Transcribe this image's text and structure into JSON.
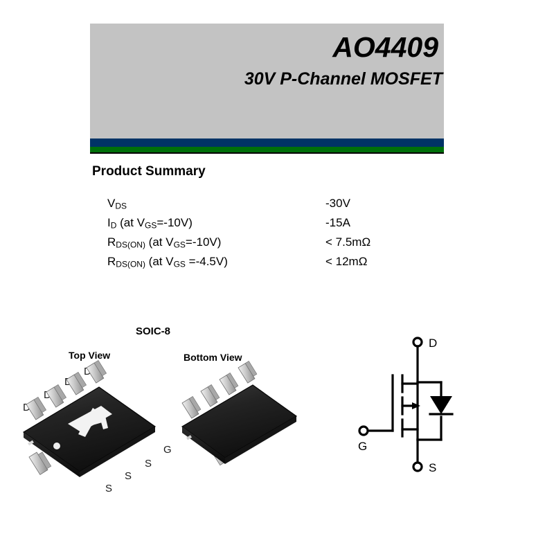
{
  "header": {
    "part_number": "AO4409",
    "subtitle": "30V  P-Channel MOSFET",
    "background_color": "#c3c3c3",
    "rule_blue": "#003366",
    "rule_green": "#00700a"
  },
  "product_summary": {
    "heading": "Product Summary",
    "rows": [
      {
        "param_main": "V",
        "param_sub": "DS",
        "param_rest": "",
        "value": "-30V"
      },
      {
        "param_main": "I",
        "param_sub": "D",
        "param_rest": "  (at V",
        "param_sub2": "GS",
        "param_tail": "=-10V)",
        "value": "-15A"
      },
      {
        "param_main": "R",
        "param_sub": "DS(ON)",
        "param_rest": " (at V",
        "param_sub2": "GS",
        "param_tail": "=-10V)",
        "value": "< 7.5mΩ"
      },
      {
        "param_main": "R",
        "param_sub": "DS(ON)",
        "param_rest": " (at V",
        "param_sub2": "GS",
        "param_tail": " =-4.5V)",
        "value": "< 12mΩ"
      }
    ]
  },
  "package": {
    "package_name": "SOIC-8",
    "top_view_label": "Top View",
    "bottom_view_label": "Bottom View",
    "logo_text": "AOS",
    "top_view_pins_left": [
      "D",
      "D",
      "D",
      "D"
    ],
    "top_view_pins_right": [
      "S",
      "S",
      "S",
      "G"
    ]
  },
  "schematic": {
    "terminal_drain": "D",
    "terminal_gate": "G",
    "terminal_source": "S",
    "type": "P-Channel MOSFET with body diode"
  }
}
